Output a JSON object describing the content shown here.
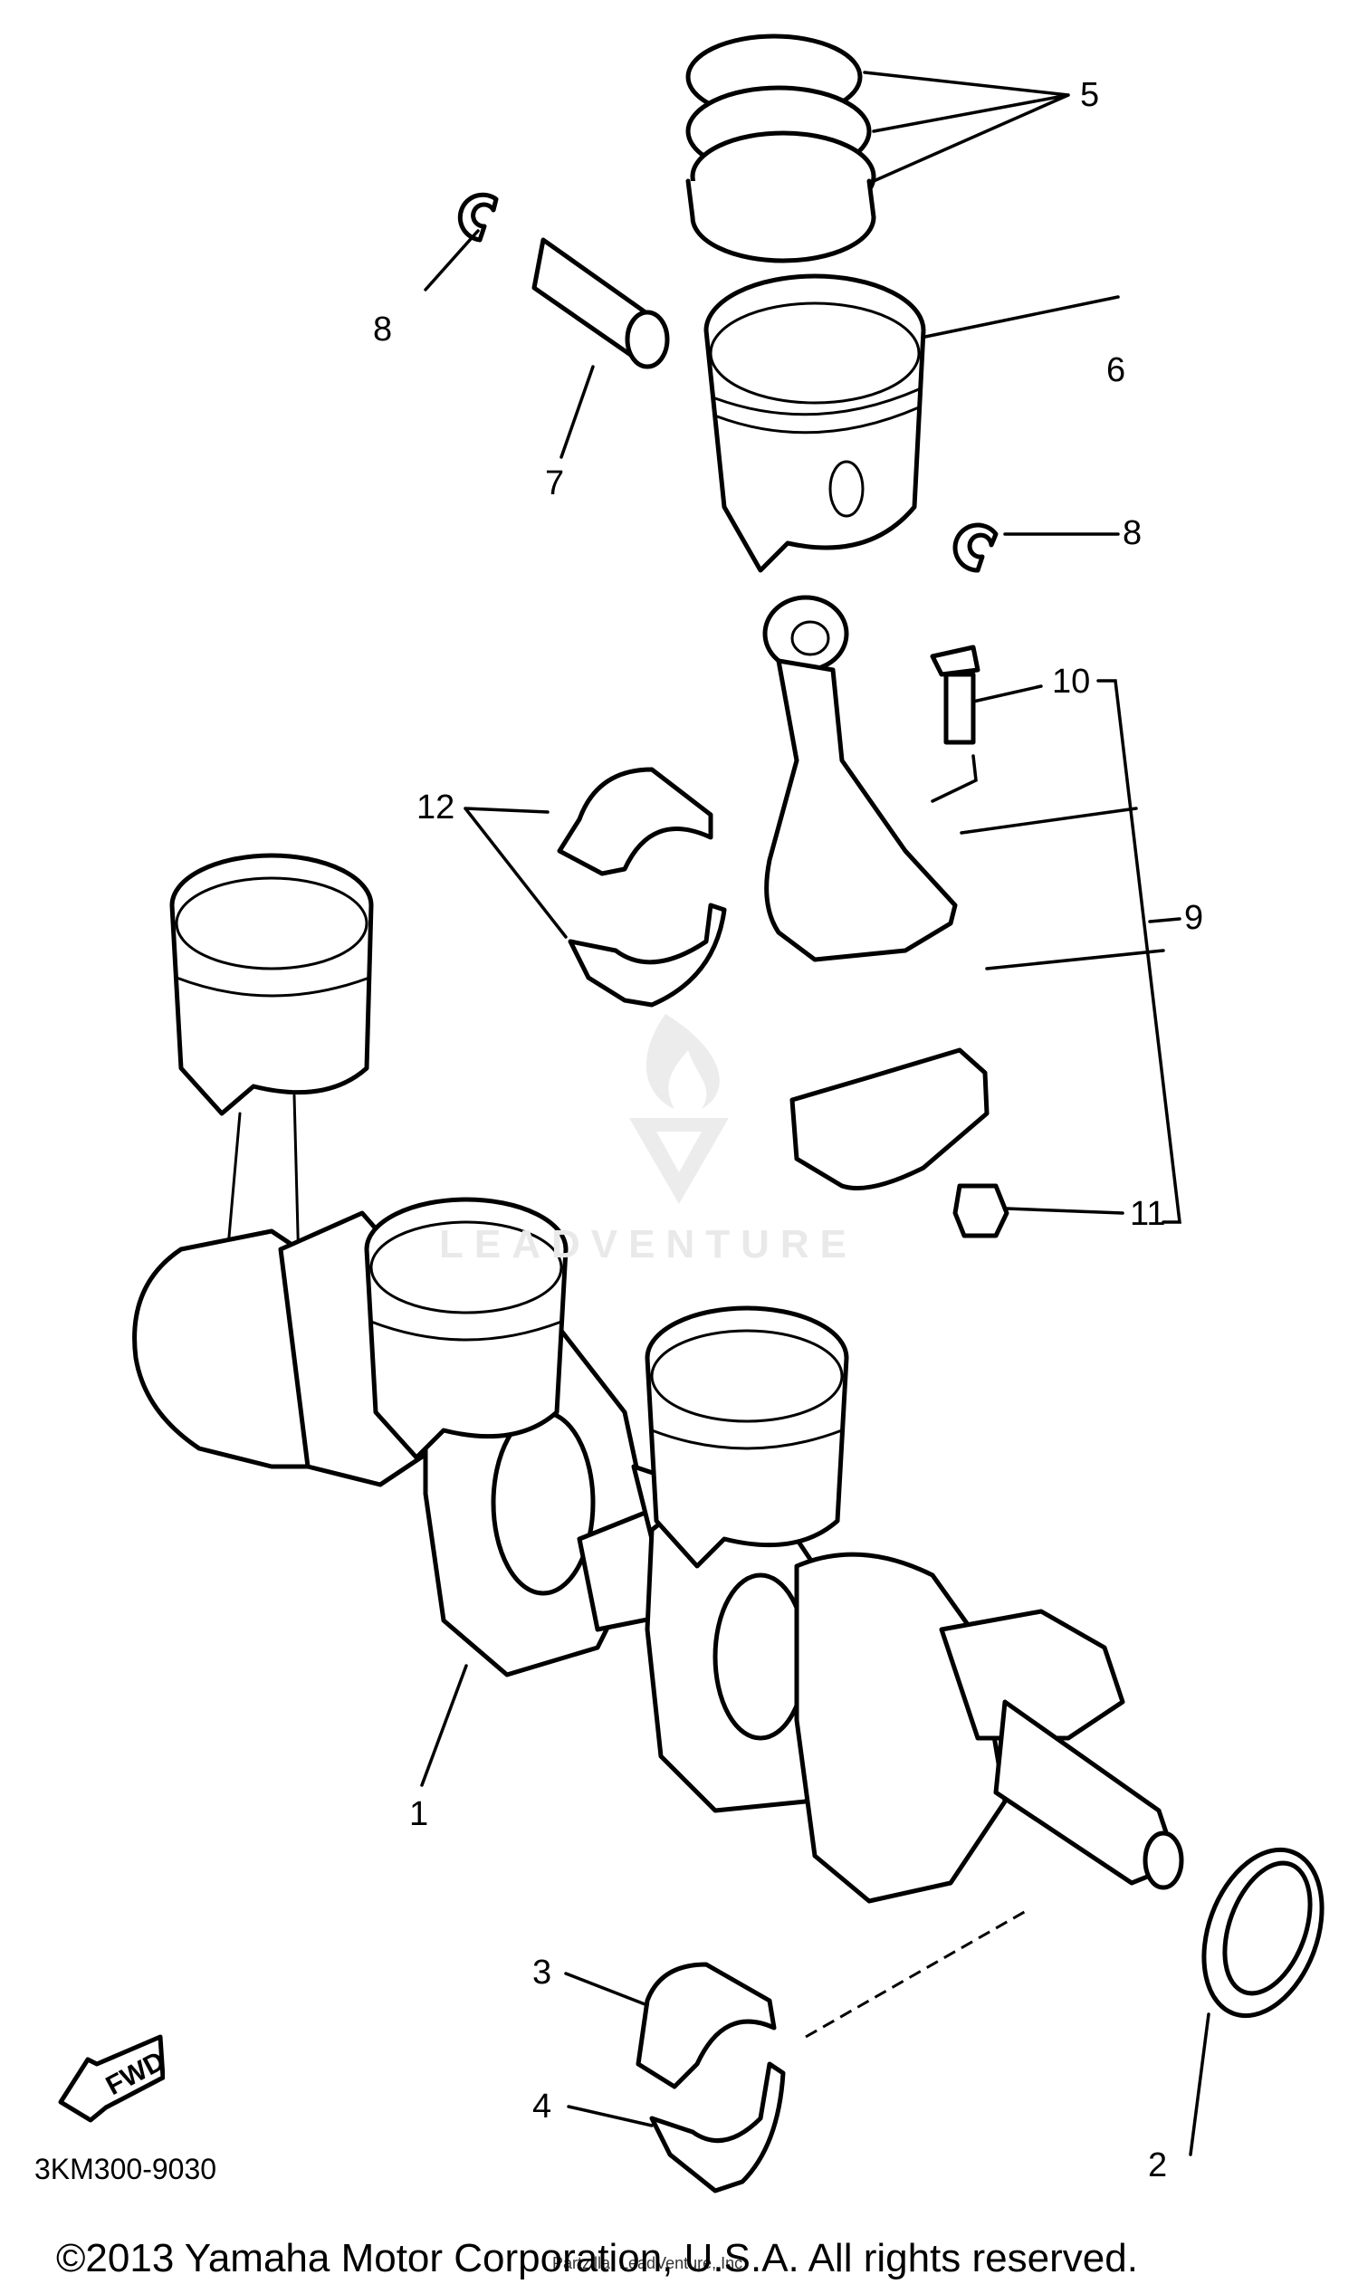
{
  "diagram": {
    "title_code": "3KM300-9030",
    "copyright": "©2013 Yamaha Motor Corporation, U.S.A. All rights reserved.",
    "copyright_overlay": "Partzilla, LeadVenture, Inc.",
    "watermark": "LEADVENTURE",
    "direction_arrow": "FWD",
    "callouts": [
      {
        "id": "1",
        "label": "1",
        "part": "crankshaft"
      },
      {
        "id": "2",
        "label": "2",
        "part": "oil-seal"
      },
      {
        "id": "3",
        "label": "3",
        "part": "main-bearing-upper"
      },
      {
        "id": "4",
        "label": "4",
        "part": "main-bearing-lower"
      },
      {
        "id": "5",
        "label": "5",
        "part": "piston"
      },
      {
        "id": "6",
        "label": "6",
        "part": "piston-ring-set"
      },
      {
        "id": "7",
        "label": "7",
        "part": "piston-pin"
      },
      {
        "id": "8a",
        "label": "8",
        "part": "circlip-left"
      },
      {
        "id": "8b",
        "label": "8",
        "part": "circlip-right"
      },
      {
        "id": "9",
        "label": "9",
        "part": "connecting-rod-assembly"
      },
      {
        "id": "10",
        "label": "10",
        "part": "rod-bolt"
      },
      {
        "id": "11",
        "label": "11",
        "part": "rod-nut"
      },
      {
        "id": "12",
        "label": "12",
        "part": "big-end-bearing"
      }
    ]
  }
}
